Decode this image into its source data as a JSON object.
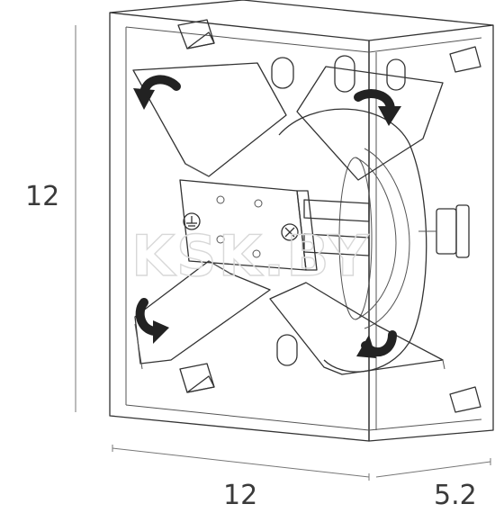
{
  "dimensions": {
    "height": "12",
    "width": "12",
    "depth": "5.2"
  },
  "watermark": "KSK.BY",
  "colors": {
    "line": "#333333",
    "arrow": "#222222",
    "watermark": "#d8d8d8",
    "dimension_text": "#3a3a3a"
  },
  "icons": [
    "rotate-arrow-icon",
    "ground-symbol-icon",
    "screw-icon"
  ]
}
